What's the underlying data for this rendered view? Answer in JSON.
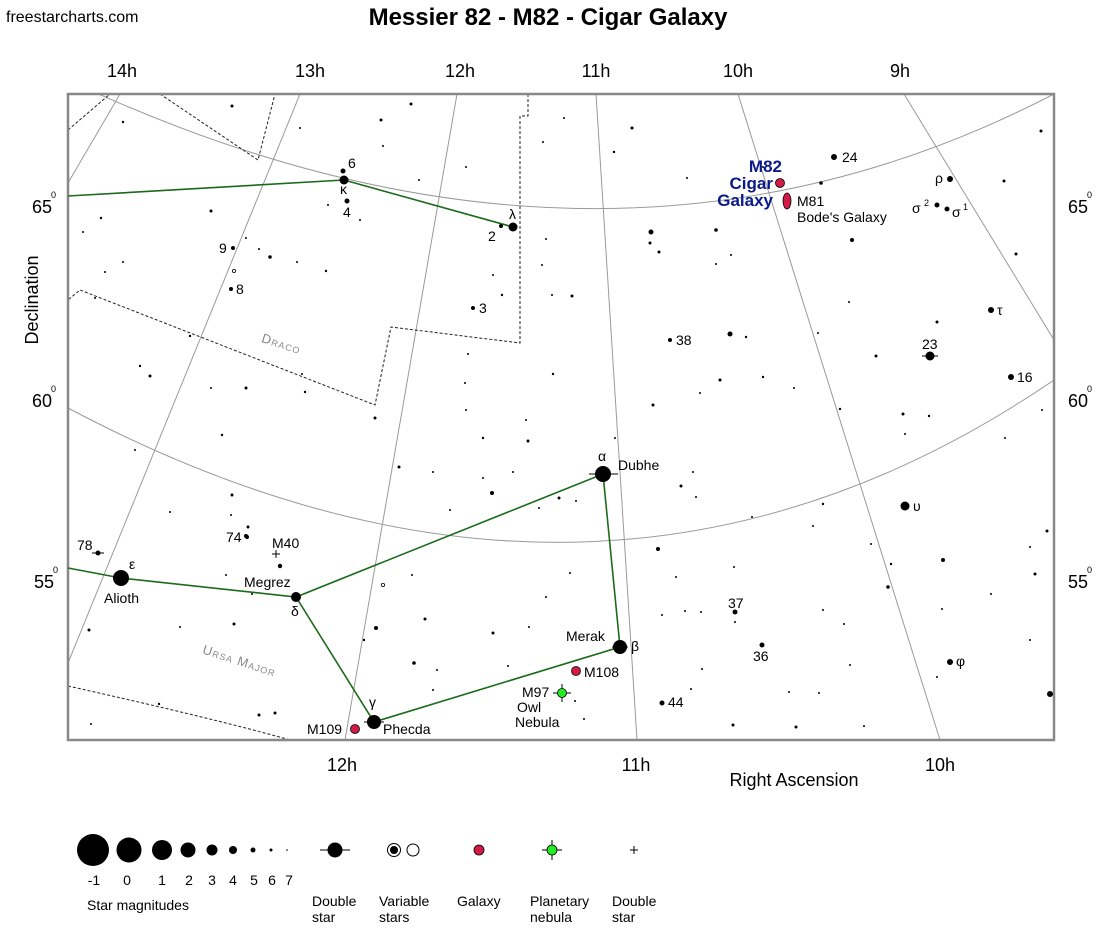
{
  "site_name": "freestarcharts.com",
  "title": "Messier 82 - M82 - Cigar Galaxy",
  "axes": {
    "ra_top": [
      "14h",
      "13h",
      "12h",
      "11h",
      "10h",
      "9h"
    ],
    "ra_bottom": [
      "12h",
      "11h",
      "10h"
    ],
    "dec_left": [
      "65",
      "60",
      "55"
    ],
    "dec_right": [
      "65",
      "60",
      "55"
    ],
    "dec_sup": "0",
    "ylabel": "Declination",
    "xlabel": "Right Ascension"
  },
  "constellations": {
    "draco": "Draco",
    "ursa_major": "Ursa Major"
  },
  "target": {
    "line1": "M82",
    "line2": "Cigar",
    "line3": "Galaxy"
  },
  "star_labels": {
    "six": "6",
    "kappa": "κ",
    "four": "4",
    "lambda": "λ",
    "two": "2",
    "nine": "9",
    "eight": "8",
    "three": "3",
    "thirtyeight": "38",
    "twentyfour": "24",
    "rho": "ρ",
    "sigma2": "σ",
    "sigma1": "σ",
    "sig_sup2": "2",
    "sig_sup1": "1",
    "tau": "τ",
    "twentythree": "23",
    "sixteen": "16",
    "alpha": "α",
    "dubhe": "Dubhe",
    "upsilon": "υ",
    "seventyeight": "78",
    "epsilon": "ε",
    "alioth": "Alioth",
    "seventyfour": "74",
    "megrez": "Megrez",
    "delta": "δ",
    "thirtyseven": "37",
    "merak": "Merak",
    "beta": "β",
    "thirtysix": "36",
    "phi": "φ",
    "fortyfour": "44",
    "gamma": "γ",
    "phecda": "Phecda"
  },
  "dso_labels": {
    "m81": "M81",
    "bodes": "Bode's Galaxy",
    "m40": "M40",
    "m108": "M108",
    "m97": "M97",
    "owl1": "Owl",
    "owl2": "Nebula",
    "m109": "M109"
  },
  "legend": {
    "magnitudes": [
      "-1",
      "0",
      "1",
      "2",
      "3",
      "4",
      "5",
      "6",
      "7"
    ],
    "magnitudes_title": "Star magnitudes",
    "double_star_1": [
      "Double",
      "star"
    ],
    "variable_stars": [
      "Variable",
      "stars"
    ],
    "galaxy": "Galaxy",
    "planetary_nebula": [
      "Planetary",
      "nebula"
    ],
    "double_star_2": [
      "Double",
      "star"
    ]
  },
  "colors": {
    "asterism": "#1b6b1b",
    "galaxy": "#d11a45",
    "planetary_nebula": "#22ee22",
    "target_label": "#0a1a8a",
    "grid": "#9a9a9a",
    "constellation_label": "#888888"
  }
}
